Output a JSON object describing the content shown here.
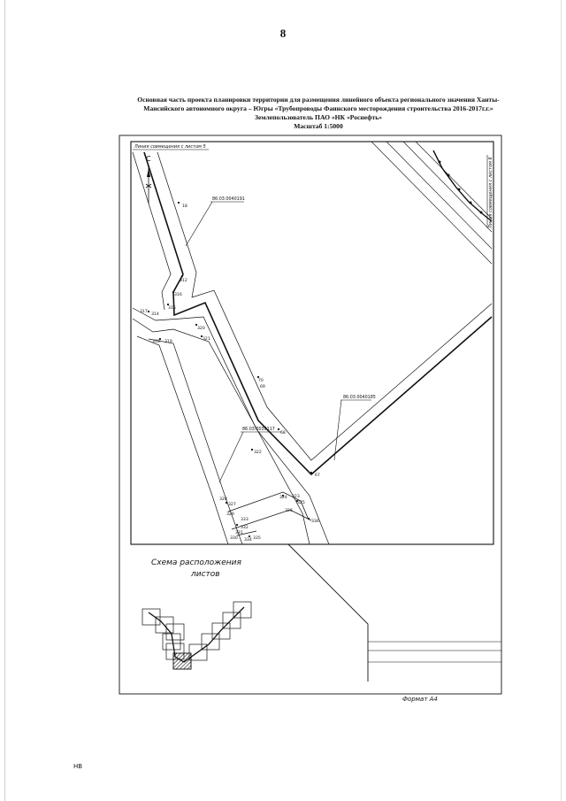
{
  "page_number": "8",
  "title": {
    "line1": "Основная часть проекта планировки территории для размещения линейного объекта регионального значения Ханты-",
    "line2": "Мансийского автономного округа – Югры «Трубопроводы Фаинского месторождения строительства 2016-2017г.г.»",
    "line3": "Землепользователь ПАО «НК «Роснефть»",
    "line4": "Масштаб 1:5000"
  },
  "plan": {
    "north_label": "С",
    "match_line_top": "Линия совмещения с листом 5",
    "match_line_right": "Линия совмещения с листом 6",
    "parcel_labels": {
      "p1": "86:03:0040191",
      "p2": "86:03:0040185",
      "p3": "86:03:0030117"
    },
    "points": {
      "p18": "18",
      "p312": "312",
      "p316": "316",
      "p315": "315",
      "p317": "317",
      "p314": "314",
      "p318": "318",
      "p319": "319",
      "p320": "320",
      "p321": "321",
      "p70": "70",
      "p69": "69",
      "p68": "68",
      "p322": "322",
      "p67": "67",
      "p324": "324",
      "p323": "323",
      "p325": "325",
      "p326": "326",
      "p336": "336",
      "p328": "328",
      "p327": "327",
      "p329": "329",
      "p333": "333",
      "p332": "332",
      "p331": "331",
      "p330": "330",
      "p334": "334",
      "p335": "335"
    }
  },
  "layout_scheme": {
    "title_line1": "Схема расположения",
    "title_line2": "листов"
  },
  "format_label": "Формат А4",
  "corner_mark": "НВ"
}
